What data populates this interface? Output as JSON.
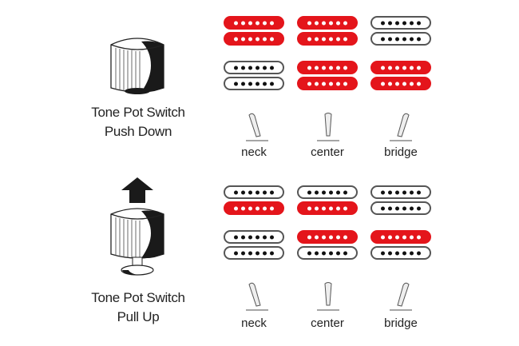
{
  "colors": {
    "active_coil": "#e4151b",
    "inactive_coil": "#ffffff",
    "ink": "#222222"
  },
  "sections": [
    {
      "id": "push-down",
      "title_line1": "Tone Pot Switch",
      "title_line2": "Push Down",
      "knob_icon": "knob-pushed-icon",
      "positions": [
        {
          "label": "neck",
          "coils": [
            "on",
            "on",
            "off",
            "off"
          ],
          "lever": "lever-left-icon"
        },
        {
          "label": "center",
          "coils": [
            "on",
            "on",
            "on",
            "on"
          ],
          "lever": "lever-center-icon"
        },
        {
          "label": "bridge",
          "coils": [
            "off",
            "off",
            "on",
            "on"
          ],
          "lever": "lever-right-icon"
        }
      ]
    },
    {
      "id": "pull-up",
      "title_line1": "Tone Pot Switch",
      "title_line2": "Pull Up",
      "knob_icon": "knob-pulled-icon",
      "arrow_icon": "up-arrow-icon",
      "positions": [
        {
          "label": "neck",
          "coils": [
            "off",
            "on",
            "off",
            "off"
          ],
          "lever": "lever-left-icon"
        },
        {
          "label": "center",
          "coils": [
            "off",
            "on",
            "on",
            "off"
          ],
          "lever": "lever-center-icon"
        },
        {
          "label": "bridge",
          "coils": [
            "off",
            "off",
            "on",
            "off"
          ],
          "lever": "lever-right-icon"
        }
      ]
    }
  ]
}
